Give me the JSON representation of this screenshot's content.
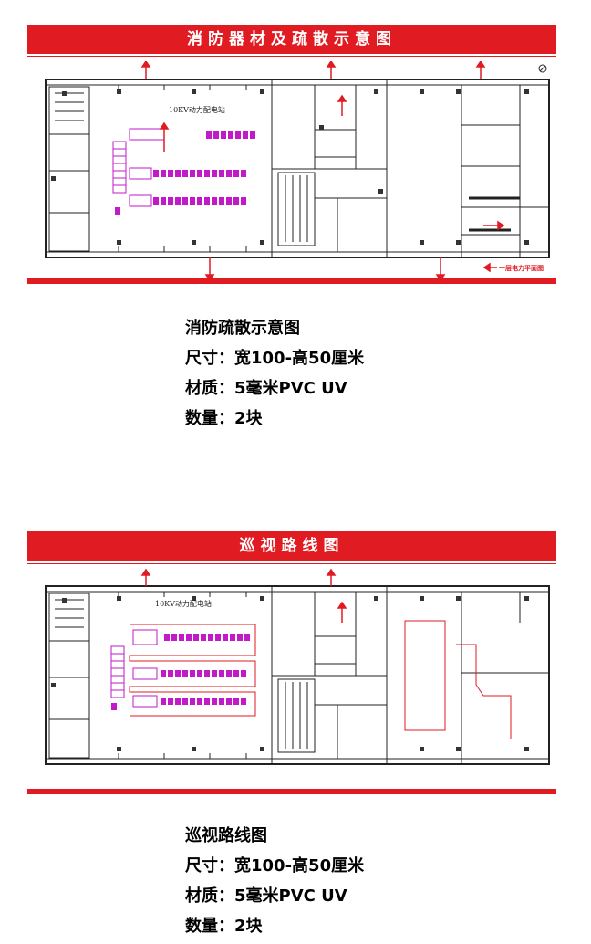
{
  "panel1": {
    "banner": "消防器材及疏散示意图",
    "plan_title": "10KV动力配电站",
    "plan_caption": "一层电力平面图",
    "info": {
      "title": "消防疏散示意图",
      "size": "尺寸：宽100-高50厘米",
      "material": "材质：5毫米PVC UV",
      "quantity": "数量：2块"
    }
  },
  "panel2": {
    "banner": "巡视路线图",
    "plan_title": "10KV动力配电站",
    "info": {
      "title": "巡视路线图",
      "size": "尺寸：宽100-高50厘米",
      "material": "材质：5毫米PVC UV",
      "quantity": "数量：2块"
    }
  },
  "colors": {
    "accent": "#e01b22",
    "equipment": "#c21ac8",
    "walls": "#222222"
  }
}
